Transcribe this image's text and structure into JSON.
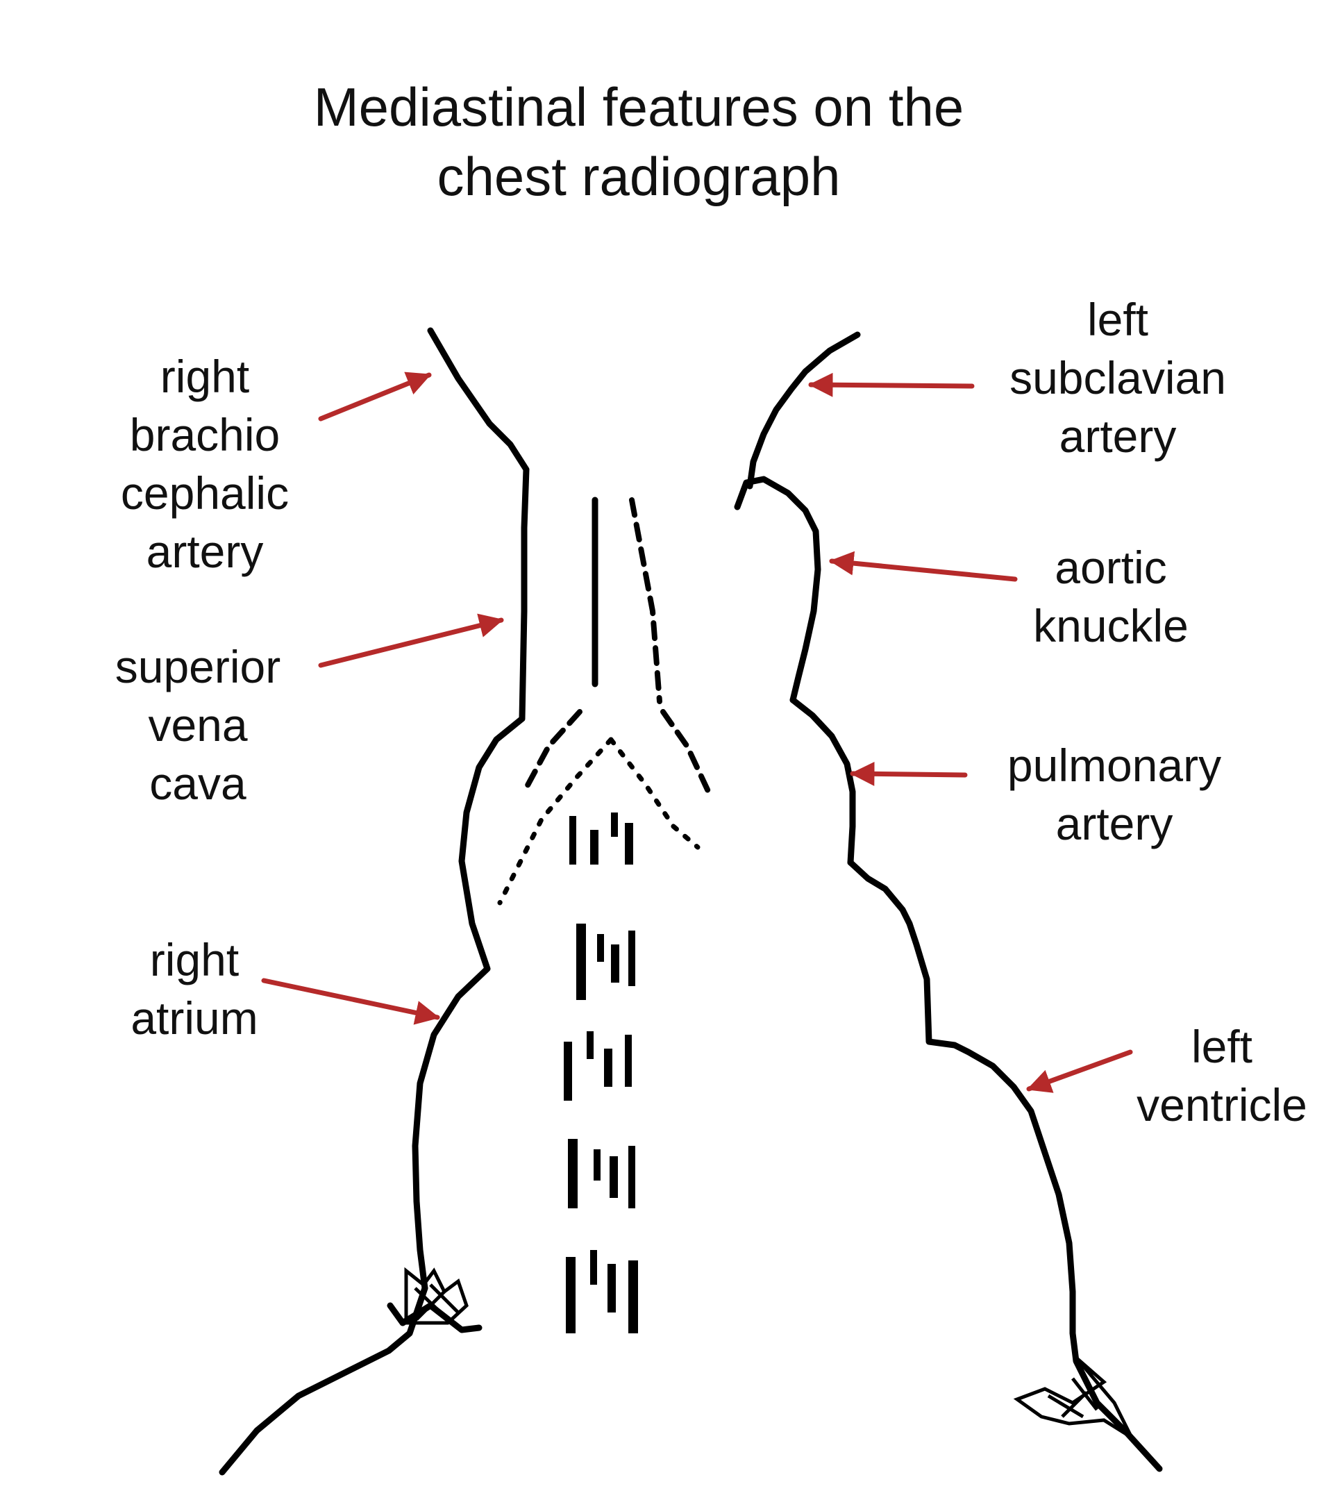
{
  "title": {
    "line1": "Mediastinal features on the",
    "line2": "chest radiograph"
  },
  "labels": {
    "right_brachiocephalic": [
      "right",
      "brachio",
      "cephalic",
      "artery"
    ],
    "superior_vena_cava": [
      "superior",
      "vena",
      "cava"
    ],
    "right_atrium": [
      "right",
      "atrium"
    ],
    "left_subclavian": [
      "left",
      "subclavian",
      "artery"
    ],
    "aortic_knuckle": [
      "aortic",
      "knuckle"
    ],
    "pulmonary_artery": [
      "pulmonary",
      "artery"
    ],
    "left_ventricle": [
      "left",
      "ventricle"
    ]
  },
  "colors": {
    "arrow": "#b52a2a",
    "outline": "#000000",
    "background": "#ffffff"
  }
}
